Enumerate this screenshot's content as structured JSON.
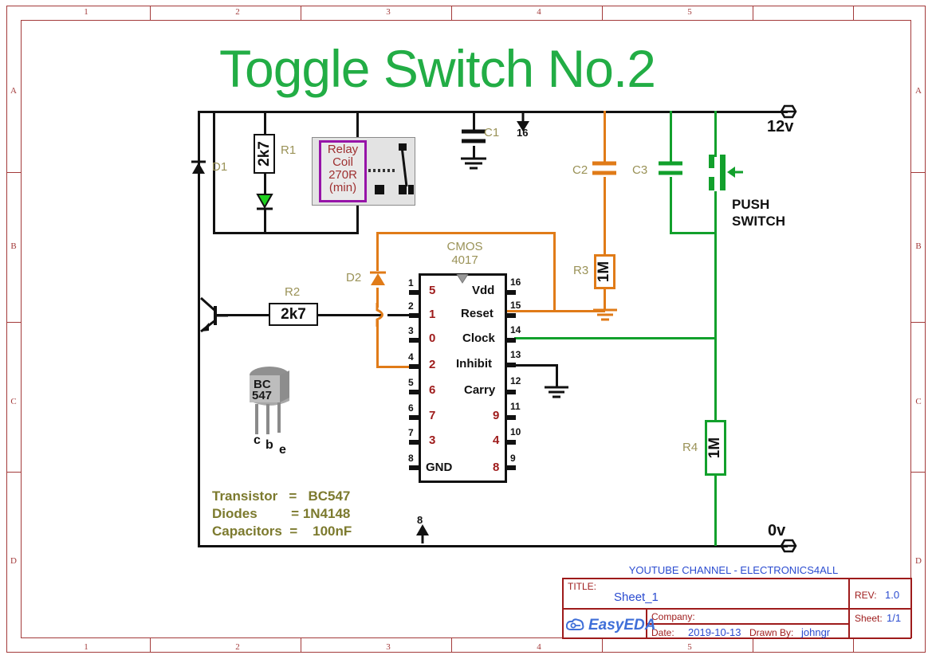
{
  "sheet": {
    "title": "Toggle Switch No.2",
    "title_color": "#22ad45",
    "frame_color": "#a33a3a",
    "ruler_numbers": [
      "1",
      "2",
      "3",
      "4",
      "5"
    ],
    "ruler_letters": [
      "A",
      "B",
      "C",
      "D"
    ]
  },
  "power": {
    "positive_label": "12v",
    "negative_label": "0v"
  },
  "components": {
    "d1": {
      "ref": "D1"
    },
    "d2": {
      "ref": "D2"
    },
    "r1": {
      "ref": "R1",
      "value": "2k7"
    },
    "r2": {
      "ref": "R2",
      "value": "2k7"
    },
    "r3": {
      "ref": "R3",
      "value": "1M"
    },
    "r4": {
      "ref": "R4",
      "value": "1M"
    },
    "c1": {
      "ref": "C1"
    },
    "c2": {
      "ref": "C2"
    },
    "c3": {
      "ref": "C3"
    },
    "relay": {
      "line1": "Relay",
      "line2": "Coil",
      "line3": "270R",
      "line4": "(min)"
    },
    "push_switch": {
      "line1": "PUSH",
      "line2": "SWITCH"
    },
    "transistor_pkg": {
      "name_line1": "BC",
      "name_line2": "547",
      "pin_c": "c",
      "pin_b": "b",
      "pin_e": "e"
    }
  },
  "ic": {
    "family": "CMOS",
    "part": "4017",
    "left_pins": [
      {
        "num": "1",
        "label": "5",
        "color": "red"
      },
      {
        "num": "2",
        "label": "1",
        "color": "red"
      },
      {
        "num": "3",
        "label": "0",
        "color": "red"
      },
      {
        "num": "4",
        "label": "2",
        "color": "red"
      },
      {
        "num": "5",
        "label": "6",
        "color": "red"
      },
      {
        "num": "6",
        "label": "7",
        "color": "red"
      },
      {
        "num": "7",
        "label": "3",
        "color": "red"
      },
      {
        "num": "8",
        "label": "GND",
        "color": "black"
      }
    ],
    "right_pins": [
      {
        "num": "16",
        "label": "Vdd",
        "color": "black"
      },
      {
        "num": "15",
        "label": "Reset",
        "color": "black"
      },
      {
        "num": "14",
        "label": "Clock",
        "color": "black"
      },
      {
        "num": "13",
        "label": "Inhibit",
        "color": "black"
      },
      {
        "num": "12",
        "label": "Carry",
        "color": "black"
      },
      {
        "num": "11",
        "label": "9",
        "color": "red"
      },
      {
        "num": "10",
        "label": "4",
        "color": "red"
      },
      {
        "num": "9",
        "label": "8",
        "color": "red"
      }
    ]
  },
  "annotations": {
    "pin16_arrow": "16",
    "pin8_arrow": "8"
  },
  "notes": {
    "line1": "Transistor   =   BC547",
    "line2": "Diodes         = 1N4148",
    "line3": "Capacitors  =    100nF"
  },
  "title_block": {
    "header": "YOUTUBE CHANNEL - ELECTRONICS4ALL",
    "title_label": "TITLE:",
    "title_value": "Sheet_1",
    "rev_label": "REV:",
    "rev_value": "1.0",
    "company_label": "Company:",
    "company_value": "",
    "sheet_label": "Sheet:",
    "sheet_value": "1/1",
    "date_label": "Date:",
    "date_value": "2019-10-13",
    "drawn_label": "Drawn By:",
    "drawn_value": "johngr",
    "logo": "EasyEDA"
  }
}
